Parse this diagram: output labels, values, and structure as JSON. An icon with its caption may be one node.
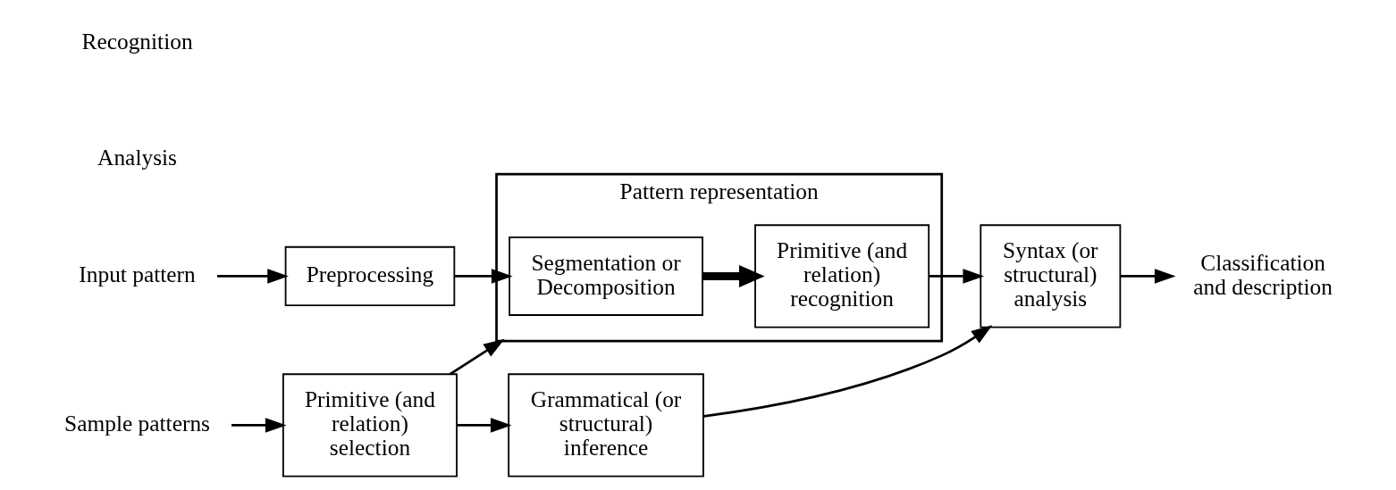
{
  "diagram": {
    "nodes": [
      {
        "text": [
          "Input pattern"
        ]
      },
      {
        "text": [
          "Preprocessing"
        ]
      },
      {
        "text": [
          "Pattern representation"
        ]
      },
      {
        "text": [
          "Segmentation or Decomposition"
        ],
        "in": 2
      },
      {
        "text": [
          "Primitive (and relation) recognition"
        ],
        "in": 2
      },
      {
        "text": [
          "Syntax (or structural) analysis"
        ]
      },
      {
        "text": [
          "Classification and description"
        ]
      },
      {
        "text": [
          "Sample patterns"
        ]
      },
      {
        "text": [
          "Primitive (and relation) selection"
        ]
      },
      {
        "text": [
          "Grammatical (or structural) inference"
        ]
      }
    ],
    "edges": [
      {
        "from": 0,
        "to": 1,
        "arrow": "to"
      },
      {
        "from": 1,
        "to": 3,
        "arrow": "to"
      },
      {
        "from": 3,
        "to": 4,
        "arrow": "to",
        "style": "thick"
      },
      {
        "from": 4,
        "to": 5,
        "arrow": "to"
      },
      {
        "from": 5,
        "to": 6,
        "arrow": "to"
      },
      {
        "from": 7,
        "to": 8,
        "arrow": "to"
      },
      {
        "from": 8,
        "to": 2,
        "arrow": "to"
      },
      {
        "from": 8,
        "to": 9,
        "arrow": "to"
      },
      {
        "from": 9,
        "to": 5,
        "arrow": "to"
      }
    ],
    "labels": [
      "Recognition",
      "Analysis"
    ]
  }
}
